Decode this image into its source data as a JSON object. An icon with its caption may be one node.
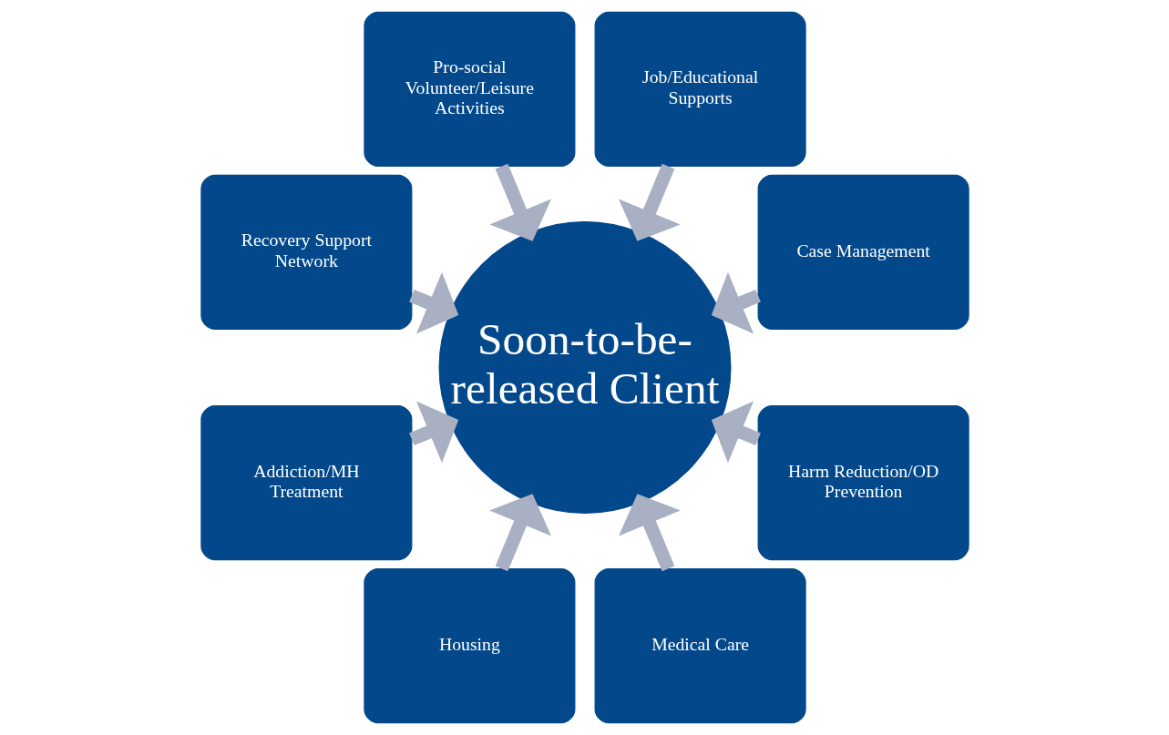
{
  "diagram": {
    "nodes": [
      {
        "text": [
          "Case Management"
        ]
      },
      {
        "text": [
          "Job/Educational Supports"
        ]
      },
      {
        "text": [
          "Pro-social Volunteer/Leisure Activities"
        ]
      },
      {
        "text": [
          "Recovery Support Network"
        ]
      },
      {
        "text": [
          "Addiction/MH Treatment"
        ]
      },
      {
        "text": [
          "Soon-to-be-released Client"
        ]
      },
      {
        "text": [
          "Housing"
        ]
      },
      {
        "text": [
          "Medical Care"
        ]
      },
      {
        "text": [
          "Harm Reduction/OD Prevention"
        ]
      }
    ],
    "edges": [
      {
        "from": 0,
        "to": 5,
        "arrow": "to"
      },
      {
        "from": 1,
        "to": 5,
        "arrow": "to"
      },
      {
        "from": 2,
        "to": 5,
        "arrow": "to"
      },
      {
        "from": 3,
        "to": 5,
        "arrow": "to"
      },
      {
        "from": 4,
        "to": 5,
        "arrow": "to"
      },
      {
        "from": 6,
        "to": 5,
        "arrow": "to"
      },
      {
        "from": 7,
        "to": 5,
        "arrow": "to"
      },
      {
        "from": 8,
        "to": 5,
        "arrow": "to"
      }
    ]
  }
}
